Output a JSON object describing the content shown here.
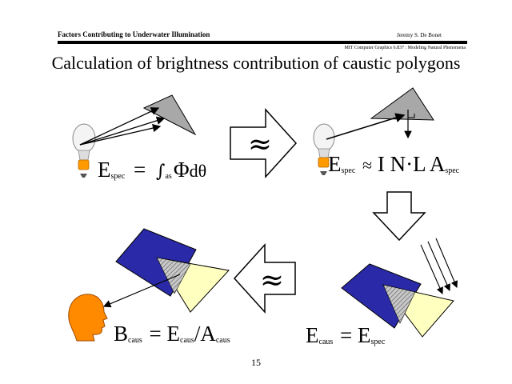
{
  "header": {
    "left": "Factors Contributing to Underwater Illumination",
    "right": "Jeremy S. De Bonet",
    "course": "MIT Computer Graphics 6.837 : Modeling Natural Phenomena"
  },
  "title": "Calculation of brightness contribution of caustic polygons",
  "page_number": "15",
  "eq1": {
    "E": "E",
    "sub": "spec",
    "eq": "=",
    "int": "∫",
    "int_sub": "as",
    "phi": "Φ",
    "dtheta": "dθ"
  },
  "eq2": {
    "E": "E",
    "sub": "spec",
    "approx": "≈",
    "body": "I N·L A",
    "a_sub": "spec"
  },
  "eq3": {
    "E": "E",
    "sub1": "caus",
    "eq": "=",
    "E2": "E",
    "sub2": "spec"
  },
  "eq4": {
    "B": "B",
    "sub1": "caus",
    "eq": "=",
    "E": "E",
    "sub2": "caus",
    "slash": "/",
    "A": "A",
    "sub3": "caus"
  },
  "arrow_glyph": "≈",
  "colors": {
    "polygon_blue": "#2a2aa8",
    "caustic_yellow": "#ffffc0",
    "gray": "#a8a8a8",
    "head_orange": "#ff8a00",
    "bulb_base": "#ff9a00"
  }
}
